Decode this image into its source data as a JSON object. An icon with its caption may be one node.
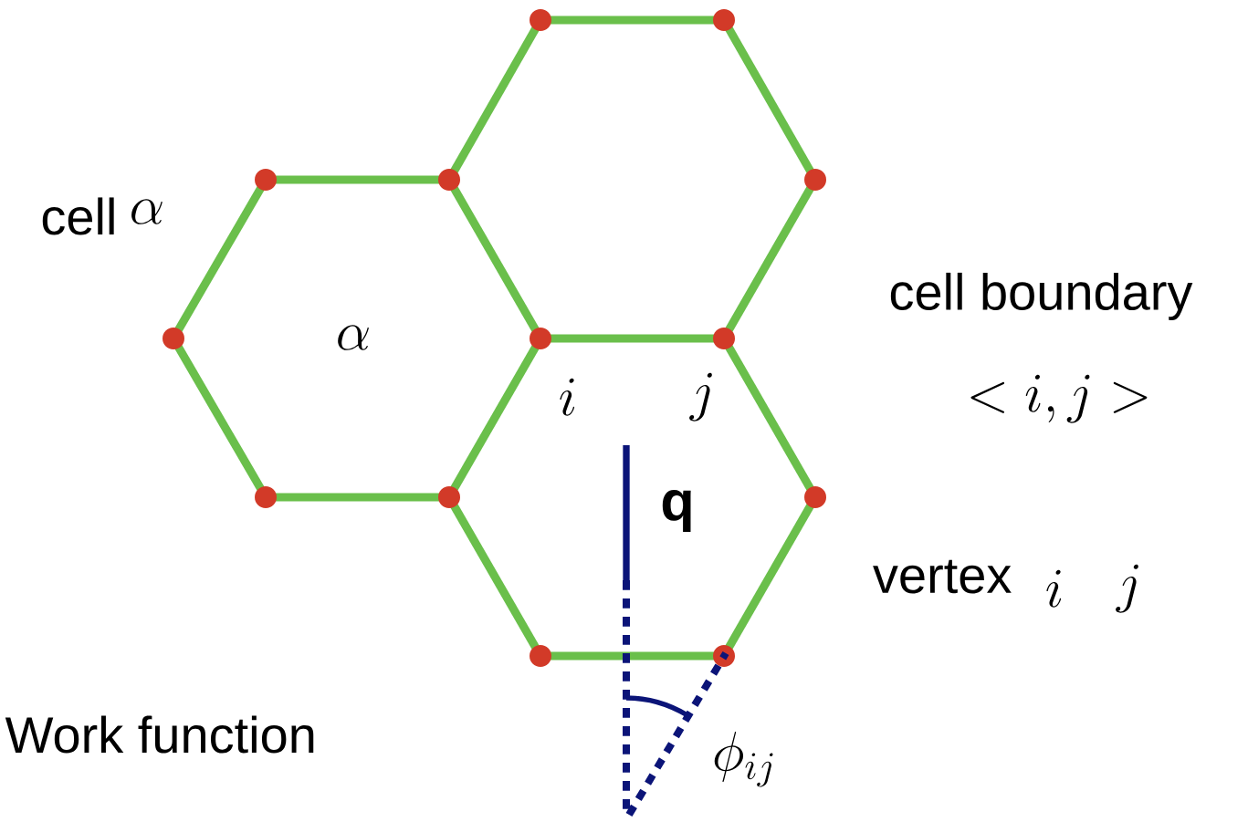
{
  "diagram": {
    "labels": [
      "cell",
      "\\alpha",
      "cell boundary",
      "\\alpha",
      "i",
      "j",
      "< i, j >",
      "\\mathbf{q}",
      "vertex",
      "i",
      "j",
      "Work function",
      "\\phi_{ij}"
    ]
  }
}
